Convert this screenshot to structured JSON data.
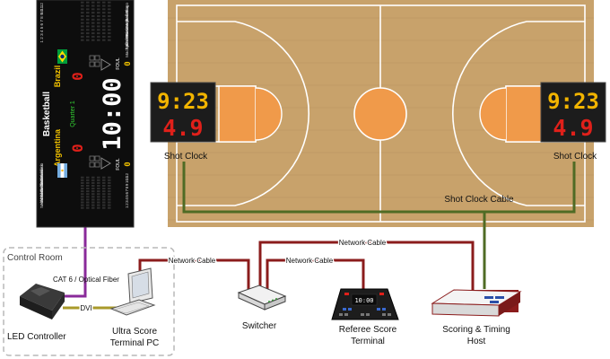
{
  "scoreboard": {
    "sport": "Basketball",
    "home_team": "Argentina",
    "away_team": "Brazil",
    "home_score": "0",
    "away_score": "0",
    "period": "Quarter 1",
    "game_clock": "10:00",
    "foul_label": "FOUL",
    "home_fouls": "0",
    "away_fouls": "0",
    "home_roster": [
      {
        "num": "1",
        "name": "Scola"
      },
      {
        "num": "2",
        "name": "Alexei"
      },
      {
        "num": "3",
        "name": "Ginobili"
      },
      {
        "num": "4",
        "name": "Oberto"
      },
      {
        "num": "5",
        "name": "Juan G."
      },
      {
        "num": "6",
        "name": "Nocioni"
      },
      {
        "num": "7",
        "name": "Delfino"
      },
      {
        "num": "8",
        "name": "Albado"
      },
      {
        "num": "9",
        "name": "Gutierrez"
      },
      {
        "num": "10",
        "name": "Nocioni"
      },
      {
        "num": "11",
        "name": "Sanchez"
      },
      {
        "num": "12",
        "name": "Fabricio"
      }
    ],
    "away_roster": [
      {
        "num": "1",
        "name": "Machado"
      },
      {
        "num": "2",
        "name": "Splitter"
      },
      {
        "num": "3",
        "name": "Becker"
      },
      {
        "num": "4",
        "name": "Dos"
      },
      {
        "num": "5",
        "name": "Garcia"
      },
      {
        "num": "6",
        "name": "Huertas"
      },
      {
        "num": "7",
        "name": "Giovanni"
      },
      {
        "num": "8",
        "name": "Varejao"
      },
      {
        "num": "9",
        "name": "Marcelo"
      },
      {
        "num": "10",
        "name": "Souza"
      },
      {
        "num": "11",
        "name": "Barbosa"
      },
      {
        "num": "12",
        "name": "Tiago"
      }
    ]
  },
  "shot_clock": {
    "time": "9:23",
    "seconds": "4.9",
    "label_left": "Shot Clock",
    "label_right": "Shot Clock"
  },
  "cables": {
    "shot_clock_cable": "Shot Clock Cable",
    "network_cable_top": "Network Cable",
    "network_cable_pc": "Network Cable",
    "network_cable_referee": "Network Cable",
    "cat6": "CAT 6 / Optical Fiber",
    "dvi": "DVI"
  },
  "control_room": {
    "title": "Control Room",
    "led_controller": "LED Controller",
    "terminal_pc_line1": "Ultra Score",
    "terminal_pc_line2": "Terminal PC"
  },
  "devices": {
    "switcher": "Switcher",
    "referee_line1": "Referee Score",
    "referee_line2": "Terminal",
    "referee_display": "10:00",
    "host_line1": "Scoring & Timing",
    "host_line2": "Host"
  },
  "colors": {
    "court_wood": "#c8a26b",
    "key_orange": "#f09a4a",
    "network_cable": "#8b1c1c",
    "shot_clock_cable": "#4f6b24",
    "cat6_cable": "#8a2a9a",
    "dvi_cable": "#a99a2a",
    "clock_amber": "#f2b400",
    "clock_red": "#e0201a"
  }
}
